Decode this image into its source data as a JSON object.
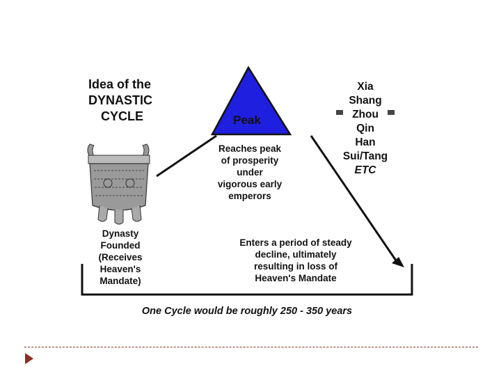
{
  "diagram": {
    "title_lines": [
      "Idea of the",
      "DYNASTIC",
      "CYCLE"
    ],
    "peak_label": "Peak",
    "peak_description": [
      "Reaches peak",
      "of prosperity",
      "under",
      "vigorous early",
      "emperors"
    ],
    "founded_description": [
      "Dynasty",
      "Founded",
      "(Receives",
      "Heaven's",
      "Mandate)"
    ],
    "decline_description": [
      "Enters a period of steady",
      "decline, ultimately",
      "resulting in loss of",
      "Heaven's Mandate"
    ],
    "dynasties": [
      "Xia",
      "Shang",
      "Zhou",
      "Qin",
      "Han",
      "Sui/Tang",
      "ETC"
    ],
    "footer_note": "One Cycle would be roughly 250 - 350 years",
    "colors": {
      "peak_fill": "#1f1fe0",
      "ink": "#111111",
      "accent": "#8b2e22"
    }
  },
  "slide": {
    "bullet_icon": "triangle-bullet-icon"
  }
}
